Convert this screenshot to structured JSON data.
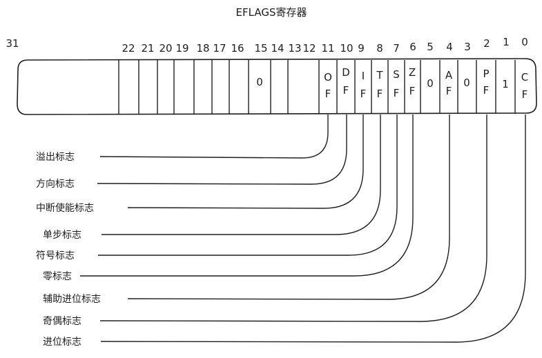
{
  "title": "EFLAGS寄存器",
  "bit_numbers": [
    "31",
    "22",
    "21",
    "20",
    "19",
    "18",
    "17",
    "16",
    "15",
    "14",
    "13",
    "12",
    "11",
    "10",
    "9",
    "8",
    "7",
    "6",
    "5",
    "4",
    "3",
    "2",
    "1",
    "0"
  ],
  "cells": [
    {
      "top": "0",
      "bottom": ""
    },
    {
      "top": "O",
      "bottom": "F"
    },
    {
      "top": "D",
      "bottom": "F"
    },
    {
      "top": "I",
      "bottom": "F"
    },
    {
      "top": "T",
      "bottom": "F"
    },
    {
      "top": "S",
      "bottom": "F"
    },
    {
      "top": "Z",
      "bottom": "F"
    },
    {
      "top": "0",
      "bottom": ""
    },
    {
      "top": "A",
      "bottom": "F"
    },
    {
      "top": "0",
      "bottom": ""
    },
    {
      "top": "P",
      "bottom": "F"
    },
    {
      "top": "1",
      "bottom": ""
    },
    {
      "top": "C",
      "bottom": "F"
    }
  ],
  "labels": [
    "溢出标志",
    "方向标志",
    "中断使能标志",
    "单步标志",
    "符号标志",
    "零标志",
    "辅助进位标志",
    "奇偶标志",
    "进位标志"
  ]
}
